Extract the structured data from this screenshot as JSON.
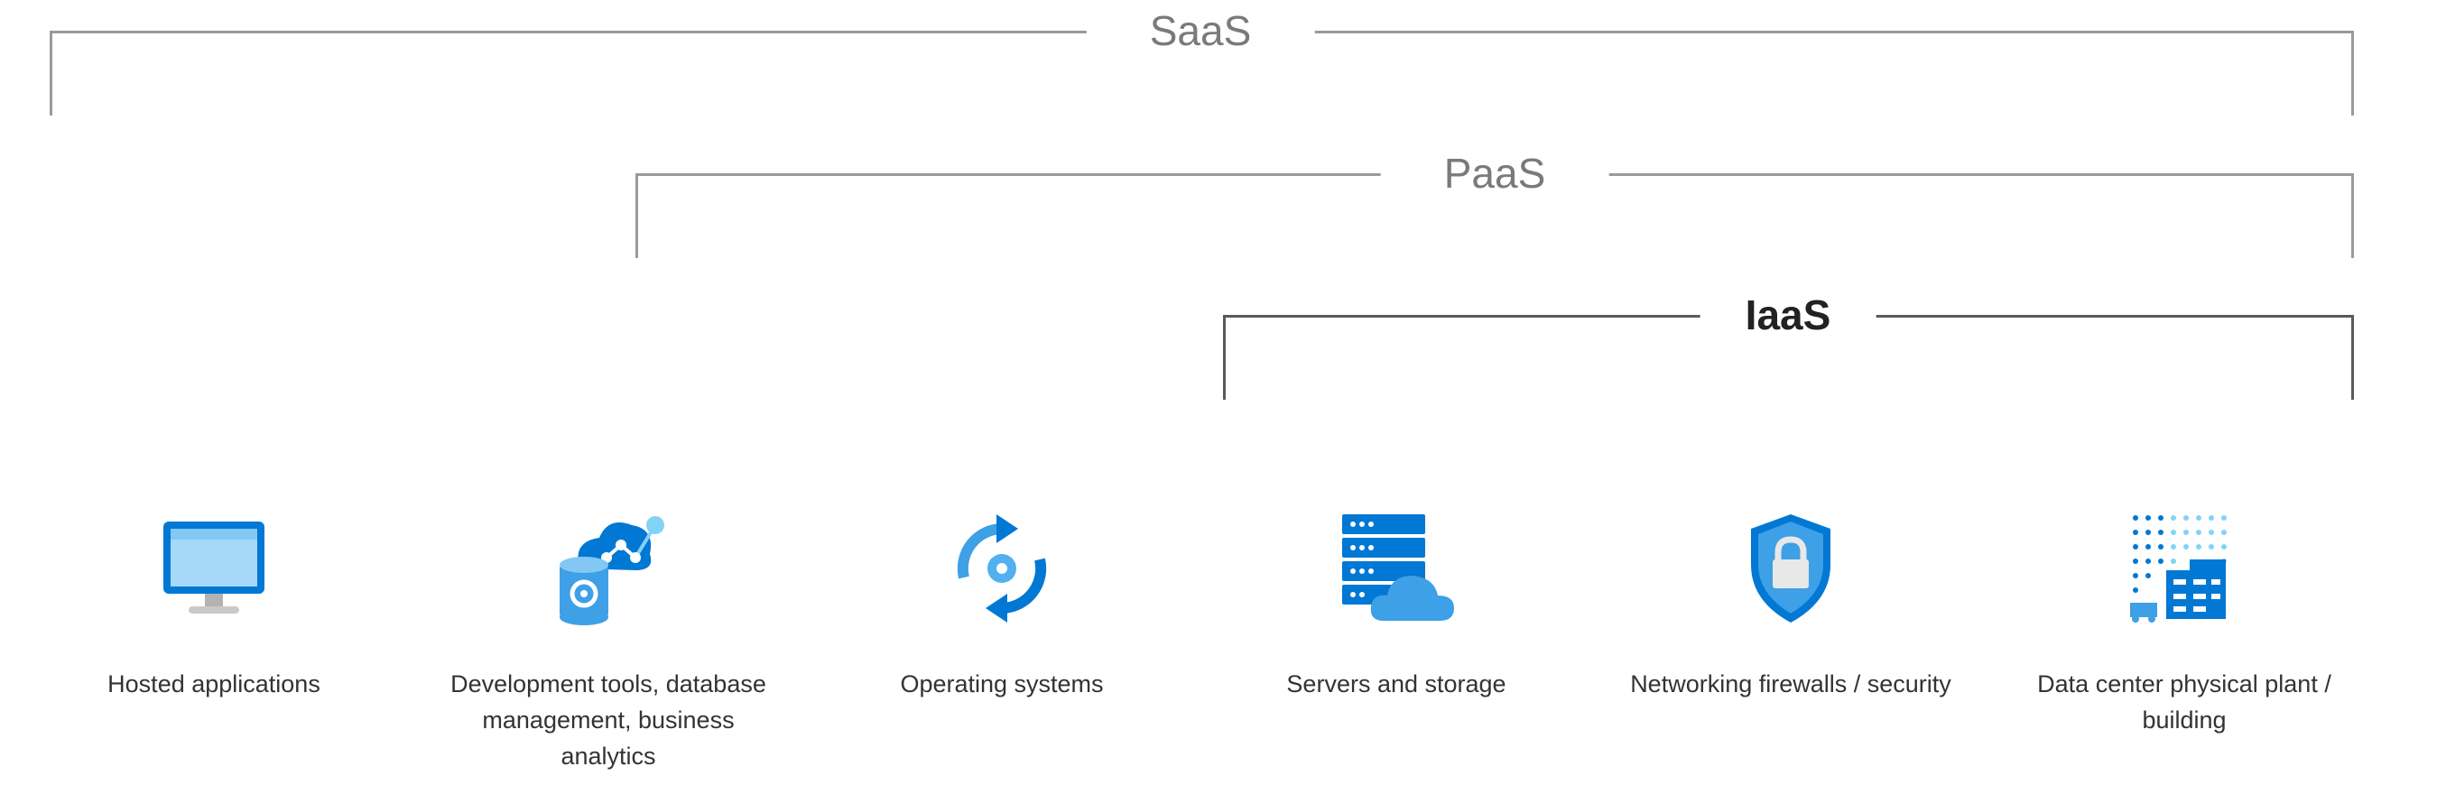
{
  "brackets": {
    "saas": "SaaS",
    "paas": "PaaS",
    "iaas": "IaaS"
  },
  "items": [
    {
      "label": "Hosted applications",
      "icon": "monitor-icon"
    },
    {
      "label": "Development tools, database management, business analytics",
      "icon": "dev-tools-icon"
    },
    {
      "label": "Operating systems",
      "icon": "os-refresh-icon"
    },
    {
      "label": "Servers and storage",
      "icon": "server-cloud-icon"
    },
    {
      "label": "Networking firewalls / security",
      "icon": "shield-lock-icon"
    },
    {
      "label": "Data center physical plant / building",
      "icon": "datacenter-building-icon"
    }
  ],
  "colors": {
    "accent_blue": "#0078d4",
    "light_blue": "#50b0f0",
    "bracket_gray": "#9a9a9a"
  }
}
